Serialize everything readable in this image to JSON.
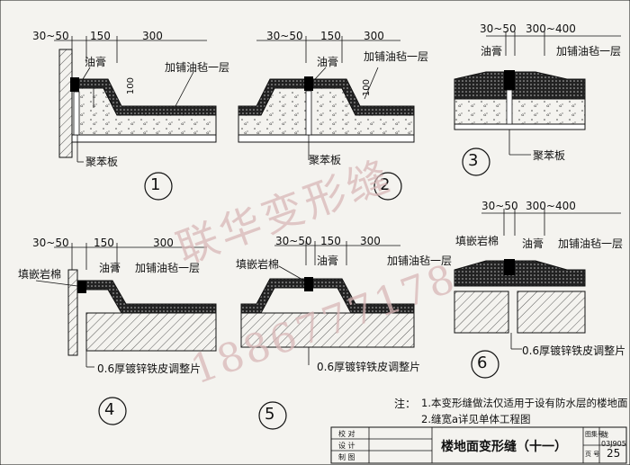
{
  "labels": {
    "d_30_50": "30~50",
    "d_150": "150",
    "d_300": "300",
    "d_300_400": "300~400",
    "d_100": "100",
    "asphalt": "油膏",
    "extra_felt": "加铺油毡一层",
    "polystyrene": "聚苯板",
    "rockwool": "填嵌岩棉",
    "galv_plate": "0.6厚镀锌铁皮调整片"
  },
  "details": [
    "1",
    "2",
    "3",
    "4",
    "5",
    "6"
  ],
  "notes": {
    "prefix": "注：",
    "n1": "1.本变形缝做法仅适用于设有防水层的楼地面",
    "n2": "2.缝宽a详见单体工程图"
  },
  "title_block": {
    "row_check": "校 对",
    "row_design": "设 计",
    "row_draw": "制 图",
    "title": "楼地面变形缝（十一）",
    "atlas_label": "图集号",
    "atlas_no": "陇03J905",
    "page_label": "页 号",
    "page_no": "25"
  },
  "watermark": {
    "line1": "联华变形缝",
    "line2": "1886777178"
  }
}
